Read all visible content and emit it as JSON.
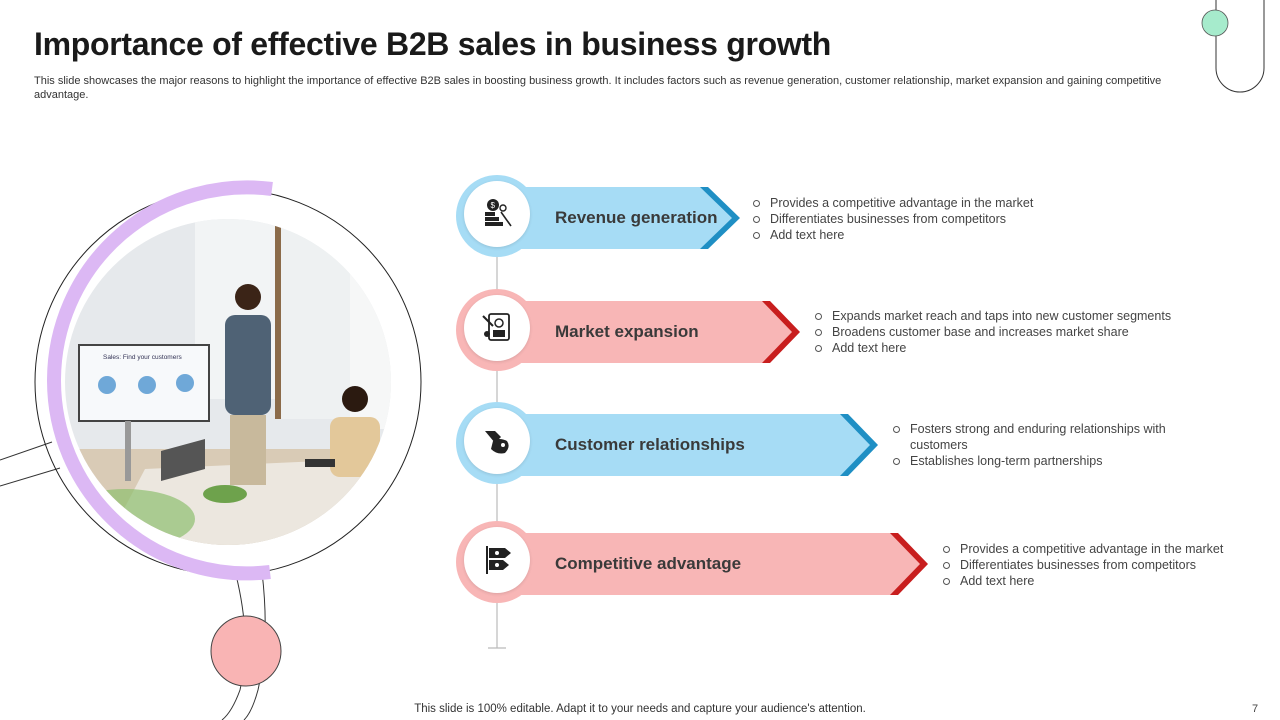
{
  "title": "Importance of effective B2B sales in business growth",
  "subtitle": "This slide showcases the major reasons to highlight the importance of effective B2B sales in boosting business growth. It includes factors such as revenue generation, customer relationship, market expansion and gaining competitive advantage.",
  "photo": {
    "screen_text": "Sales: Find your customers"
  },
  "items": [
    {
      "label": "Revenue generation",
      "icon": "revenue-icon",
      "theme": "blue",
      "bullets": [
        "Provides a competitive advantage in the market",
        "Differentiates businesses from competitors",
        "Add text here"
      ]
    },
    {
      "label": "Market expansion",
      "icon": "market-icon",
      "theme": "red",
      "bullets": [
        "Expands market reach and taps into new customer segments",
        "Broadens customer base and increases market share",
        "Add text here"
      ]
    },
    {
      "label": "Customer relationships",
      "icon": "handshake-icon",
      "theme": "blue",
      "bullets": [
        "Fosters strong and enduring relationships with customers",
        "Establishes long-term partnerships"
      ]
    },
    {
      "label": "Competitive advantage",
      "icon": "competition-icon",
      "theme": "red",
      "bullets": [
        "Provides a competitive advantage in the market",
        "Differentiates businesses from competitors",
        "Add text here"
      ]
    }
  ],
  "colors": {
    "blue_fill": "#a6dcf5",
    "blue_dark": "#1f8fc4",
    "red_fill": "#f8b6b6",
    "red_dark": "#c81e1e",
    "lavender": "#dcb8f4",
    "mint": "#a6ebcc",
    "pink_dot": "#f9b4b4"
  },
  "footer": "This slide is 100% editable. Adapt it to your needs and capture your audience's attention.",
  "page_number": "7"
}
